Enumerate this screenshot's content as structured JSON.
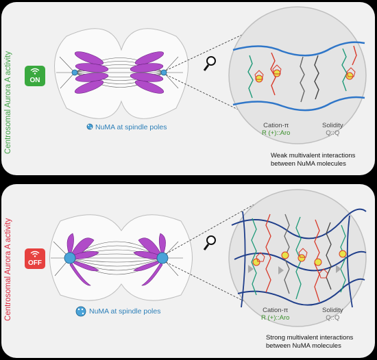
{
  "top_panel": {
    "vertical_label": "Centrosomal Aurora A activity",
    "vertical_label_color": "#3fa045",
    "switch_label": "ON",
    "switch_color": "#3aa93f",
    "legend_text": "NuMA at spindle poles",
    "interaction_1_name": "Cation-π",
    "interaction_1_detail": "R (+)::Aro",
    "interaction_2_name": "Solidity",
    "interaction_2_detail": "Q::Q",
    "note_line1": "Weak multivalent interactions",
    "note_line2": "between NuMA molecules"
  },
  "bottom_panel": {
    "vertical_label": "Centrosomal Aurora A activity",
    "vertical_label_color": "#d9253b",
    "switch_label": "OFF",
    "switch_color": "#e6413f",
    "legend_text": "NuMA at spindle poles",
    "interaction_1_name": "Cation-π",
    "interaction_1_detail": "R (+)::Aro",
    "interaction_2_name": "Solidity",
    "interaction_2_detail": "Q::Q",
    "note_line1": "Strong multivalent interactions",
    "note_line2": "between NuMA molecules"
  },
  "icons": {
    "wifi": "wifi-signal-icon",
    "magnifier": "magnifying-glass-icon",
    "numa_cluster": "numa-cluster-icon"
  },
  "colors": {
    "numa_magenta": "#b04bc8",
    "numa_blue": "#4aa3d8",
    "chain_blue": "#2f76c8",
    "sidechain_green": "#1f9a78",
    "sidechain_red": "#d83a2a",
    "highlight_yellow": "#e8e24a"
  }
}
